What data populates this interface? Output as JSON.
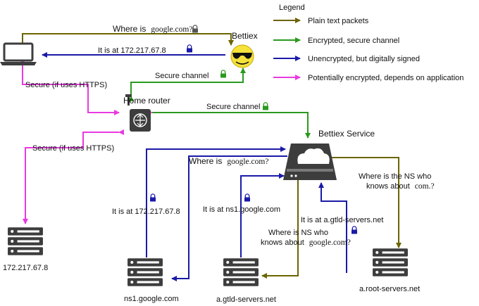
{
  "colors": {
    "plain": "#6b6400",
    "secure": "#2a9a1e",
    "signed": "#1a1aa8",
    "app": "#e83ae0"
  },
  "legend": {
    "title": "Legend",
    "items": [
      {
        "label": "Plain text packets",
        "color": "#6b6400"
      },
      {
        "label": "Encrypted, secure channel",
        "color": "#2a9a1e"
      },
      {
        "label": "Unencrypted, but digitally signed",
        "color": "#1a1aa8"
      },
      {
        "label": "Potentially encrypted, depends on application",
        "color": "#e83ae0"
      }
    ]
  },
  "nodes": {
    "bettiex": "Bettiex",
    "home_router": "Home router",
    "bettiex_service": "Bettiex Service",
    "host_ip": "172.217.67.8",
    "ns1": "ns1.google.com",
    "gtld": "a.gtld-servers.net",
    "root": "a.root-servers.net"
  },
  "edges": {
    "where_is_prefix": "Where is",
    "where_is_domain": "google.com?",
    "it_is_at_ip_top": "It is at 172.217.67.8",
    "secure_channel_1": "Secure channel",
    "secure_channel_2": "Secure channel",
    "secure_https_1": "Secure (if uses HTTPS)",
    "secure_https_2": "Secure (if uses HTTPS)",
    "where_is_google_prefix": "Where is",
    "where_is_google_domain": "google.com?",
    "it_is_at_ip_ns1": "It is at 172.217.67.8",
    "it_is_at_ns1": "It is at ns1.google.com",
    "where_ns_knows_line1": "Where is NS who",
    "where_ns_knows_line2_prefix": "knows about",
    "where_ns_knows_line2_domain": "google.com?",
    "it_is_at_gtld": "It is at a.gtld-servers.net",
    "where_root_line1": "Where is the NS who",
    "where_root_line2_prefix": "knows about",
    "where_root_line2_domain": "com.?"
  }
}
